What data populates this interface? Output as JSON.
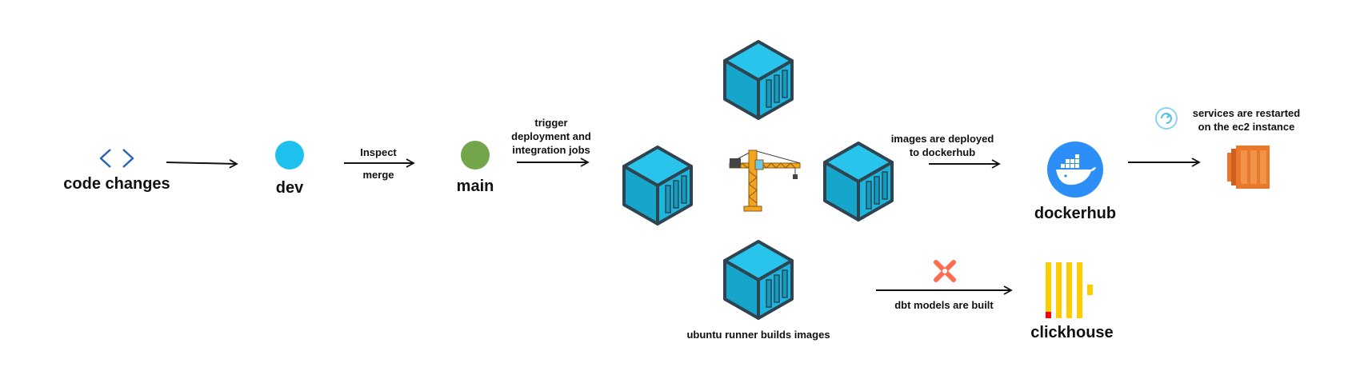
{
  "nodes": {
    "code_changes": "code changes",
    "dev": "dev",
    "main": "main",
    "dockerhub": "dockerhub",
    "clickhouse": "clickhouse"
  },
  "edges": {
    "inspect": "Inspect",
    "merge": "merge",
    "trigger": "trigger",
    "deployment_and": "deployment and",
    "integration_jobs": "integration jobs",
    "images_deployed_1": "images are deployed",
    "images_deployed_2": "to dockerhub",
    "services_restarted_1": "services are restarted",
    "services_restarted_2": "on the ec2 instance",
    "dbt_models_built": "dbt models are built",
    "ubuntu_runner": "ubuntu runner builds images"
  },
  "colors": {
    "dev": "#1ec0ee",
    "main": "#73a54a",
    "container_light": "#29c4ec",
    "container_side": "#16a6cc",
    "container_outline": "#2f4350",
    "docker_blue": "#2b8ff7",
    "clickhouse_yellow": "#ffcc00",
    "clickhouse_red": "#ff0000",
    "ec2_orange": "#e8782c",
    "crane_orange": "#f3a521",
    "dbt_orange": "#fe6d4f"
  },
  "icons": [
    "code-brackets-icon",
    "container-icon",
    "crane-icon",
    "docker-whale-icon",
    "ec2-instance-icon",
    "dbt-icon",
    "clickhouse-icon",
    "restart-icon"
  ]
}
